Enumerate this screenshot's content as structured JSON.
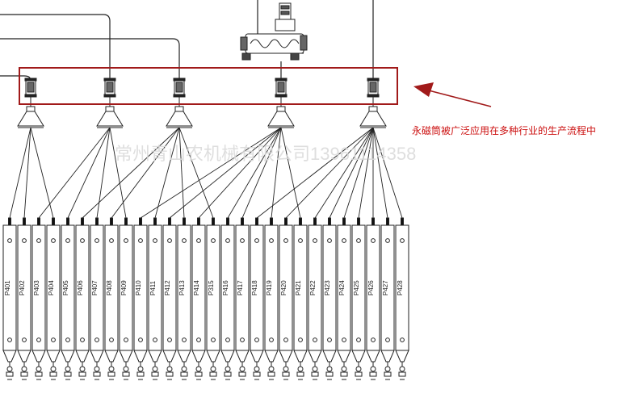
{
  "annotation": {
    "text": "永磁筒被广泛应用在多种行业的生产流程中",
    "color": "#cc1111",
    "highlight_color": "#a11a1a"
  },
  "watermark": {
    "text": "常州青山农机械有限公司13961114358",
    "color": "#d9d9d9"
  },
  "line_color": "#222222",
  "bins": [
    {
      "label": "P401",
      "feed": 0
    },
    {
      "label": "P402",
      "feed": 0
    },
    {
      "label": "P403",
      "feed": 1
    },
    {
      "label": "P404",
      "feed": 0
    },
    {
      "label": "P405",
      "feed": 1
    },
    {
      "label": "P406",
      "feed": 2
    },
    {
      "label": "P407",
      "feed": 1
    },
    {
      "label": "P408",
      "feed": 2
    },
    {
      "label": "P409",
      "feed": 1
    },
    {
      "label": "P410",
      "feed": 3
    },
    {
      "label": "P411",
      "feed": 2
    },
    {
      "label": "P412",
      "feed": 3
    },
    {
      "label": "P413",
      "feed": 2
    },
    {
      "label": "P414",
      "feed": 3
    },
    {
      "label": "P315",
      "feed": 2
    },
    {
      "label": "P416",
      "feed": 3
    },
    {
      "label": "P417",
      "feed": 3
    },
    {
      "label": "P418",
      "feed": 4
    },
    {
      "label": "P419",
      "feed": 3
    },
    {
      "label": "P420",
      "feed": 4
    },
    {
      "label": "P421",
      "feed": 3
    },
    {
      "label": "P422",
      "feed": 4
    },
    {
      "label": "P423",
      "feed": 4
    },
    {
      "label": "P424",
      "feed": 4
    },
    {
      "label": "P425",
      "feed": 4
    },
    {
      "label": "P426",
      "feed": 4
    },
    {
      "label": "P427",
      "feed": 4
    },
    {
      "label": "P428",
      "feed": 4
    }
  ]
}
